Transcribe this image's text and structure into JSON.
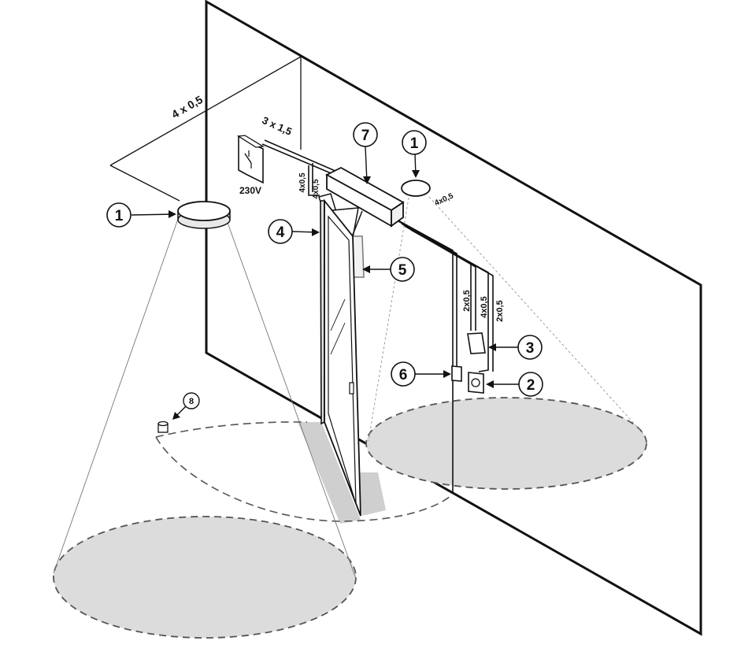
{
  "labels": {
    "wire_ceiling": "4 x 0,5",
    "wire_power": "3 x 1,5",
    "voltage": "230V",
    "wire_sensor_top": "4x0,5",
    "wire_left_a": "4x0,5",
    "wire_left_b": "4x0,5",
    "wire_vert_1": "2x0,5",
    "wire_vert_2": "4x0,5",
    "wire_vert_3": "2x0,5"
  },
  "callouts": [
    "1",
    "1",
    "2",
    "3",
    "4",
    "5",
    "6",
    "7",
    "8"
  ],
  "colors": {
    "line": "#111111",
    "fill_light": "#e6e6e6",
    "floor_zone": "#d6d6d6"
  }
}
